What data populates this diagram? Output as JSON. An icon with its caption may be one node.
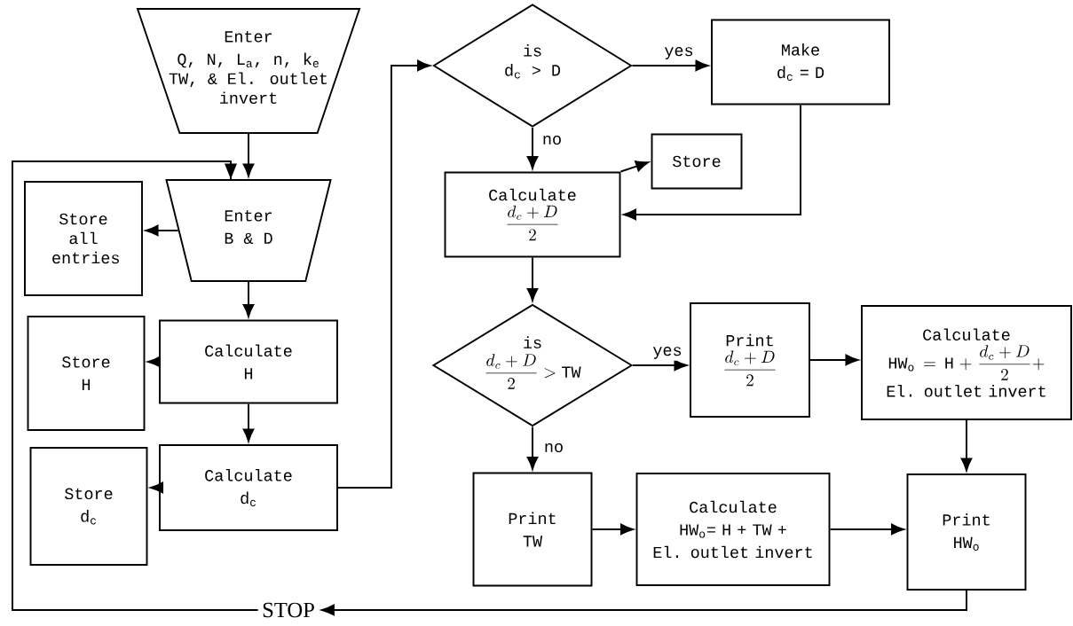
{
  "diagram": {
    "nodes": [
      {
        "text": [
          "Enter",
          "Q, N, L$_{a}$, n, k$_{e}$ TW, & El. outlet invert"
        ]
      },
      {
        "text": [
          "Enter",
          "B & D"
        ]
      },
      {
        "text": [
          "Store all entries"
        ]
      },
      {
        "text": [
          "Calculate",
          "H"
        ]
      },
      {
        "text": [
          "Store",
          "H"
        ]
      },
      {
        "text": [
          "Calculate",
          "d$_{c}$"
        ]
      },
      {
        "text": [
          "Store",
          "d$_{c}$"
        ]
      },
      {
        "text": [
          "is",
          "d$_{c}$ > D"
        ]
      },
      {
        "text": [
          "Make",
          "d$_{c}$ = D"
        ]
      },
      {
        "text": [
          "Calculate",
          "\\frac{d_c + D}{2}"
        ]
      },
      {
        "text": [
          "Store"
        ]
      },
      {
        "text": [
          "is",
          "\\frac{d_c + D}{2} > \\mathrm{TW}"
        ]
      },
      {
        "text": [
          "Print",
          "\\frac{d_c + D}{2}"
        ]
      },
      {
        "text": [
          "Calculate",
          "\\mathrm{HW_o} = \\mathrm{H} + \\frac{d_c + D}{2} +",
          "El. outlet invert"
        ]
      },
      {
        "text": [
          "Print",
          "TW"
        ]
      },
      {
        "text": [
          "Calculate",
          "HW$_{o}$= H + TW +",
          "El. outlet invert"
        ]
      },
      {
        "text": [
          "Print",
          "HW$_{o}$"
        ]
      },
      {
        "text": [
          "STOP"
        ]
      }
    ],
    "edges": [
      {
        "from": 0,
        "to": 1,
        "arrow": "to"
      },
      {
        "from": 1,
        "to": 2,
        "arrow": "to"
      },
      {
        "from": 1,
        "to": 3,
        "arrow": "to"
      },
      {
        "from": 3,
        "to": 4,
        "arrow": "to"
      },
      {
        "from": 3,
        "to": 5,
        "arrow": "to"
      },
      {
        "from": 5,
        "to": 6,
        "arrow": "to"
      },
      {
        "from": 5,
        "to": 7,
        "arrow": "to"
      },
      {
        "from": 7,
        "to": 8,
        "arrow": "to",
        "label": "yes"
      },
      {
        "from": 7,
        "to": 9,
        "arrow": "to",
        "label": "no"
      },
      {
        "from": 9,
        "to": 10,
        "arrow": "to"
      },
      {
        "from": 8,
        "to": 9,
        "arrow": "to"
      },
      {
        "from": 9,
        "to": 11,
        "arrow": "to"
      },
      {
        "from": 11,
        "to": 12,
        "arrow": "to",
        "label": "yes"
      },
      {
        "from": 11,
        "to": 14,
        "arrow": "to",
        "label": "no"
      },
      {
        "from": 12,
        "to": 13,
        "arrow": "to"
      },
      {
        "from": 13,
        "to": 16,
        "arrow": "to"
      },
      {
        "from": 14,
        "to": 15,
        "arrow": "to"
      },
      {
        "from": 15,
        "to": 16,
        "arrow": "to"
      },
      {
        "from": 16,
        "to": 17,
        "arrow": "to"
      },
      {
        "from": 17,
        "to": 1,
        "arrow": "to"
      }
    ]
  }
}
